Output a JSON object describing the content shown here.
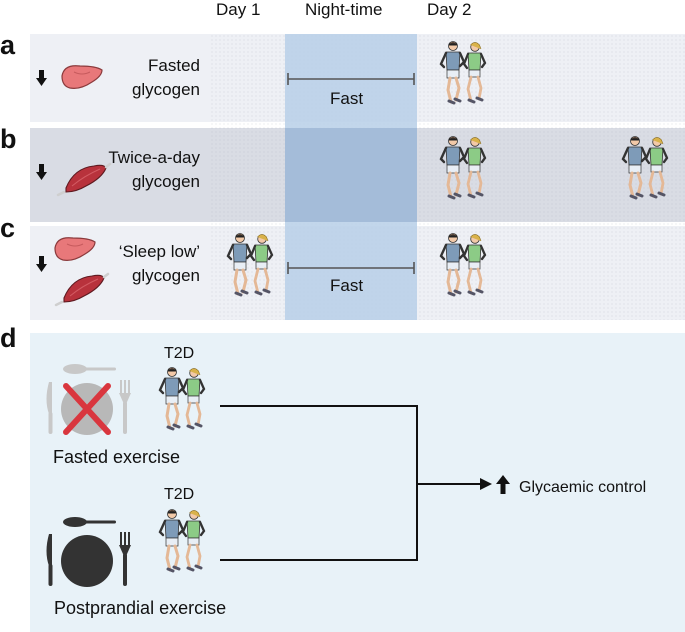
{
  "headers": {
    "day1": "Day 1",
    "night": "Night-time",
    "day2": "Day 2"
  },
  "panels": {
    "a": {
      "letter": "a",
      "label_line1": "Fasted",
      "label_line2": "glycogen",
      "fast_label": "Fast"
    },
    "b": {
      "letter": "b",
      "label_line1": "Twice-a-day",
      "label_line2": "glycogen"
    },
    "c": {
      "letter": "c",
      "label_line1": "‘Sleep low’",
      "label_line2": "glycogen",
      "fast_label": "Fast"
    },
    "d": {
      "letter": "d",
      "top_group_label": "T2D",
      "bottom_group_label": "T2D",
      "top_caption": "Fasted exercise",
      "bottom_caption": "Postprandial exercise",
      "outcome": "Glycaemic control"
    }
  },
  "colors": {
    "row_bg_a": "#eef0f5",
    "row_bg_b": "#d9dce4",
    "row_bg_c": "#eef0f5",
    "night_band": "#b7cfe8",
    "panel_d_bg": "#e8f2f8",
    "liver": "#e8787a",
    "muscle": "#b8323c",
    "shirt_left": "#7e9bb8",
    "shirt_right": "#8ccb86",
    "cross": "#d9363e"
  },
  "icons": [
    "down-arrow-icon",
    "liver-icon",
    "muscle-icon",
    "runners-icon",
    "plate-icon",
    "fork-icon",
    "spoon-icon",
    "knife-icon",
    "cross-icon",
    "up-arrow-icon"
  ]
}
